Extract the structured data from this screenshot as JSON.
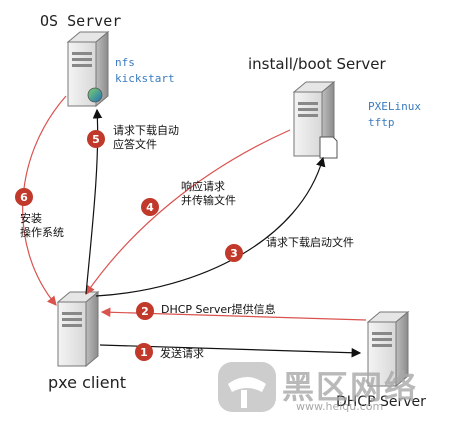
{
  "servers": {
    "os_server": {
      "title": "OS Server",
      "services": [
        "nfs",
        "kickstart"
      ]
    },
    "install_server": {
      "title": "install/boot Server",
      "services": [
        "PXELinux",
        "tftp"
      ]
    },
    "client": {
      "title": "pxe client"
    },
    "dhcp_server": {
      "title": "DHCP Server"
    }
  },
  "steps": [
    {
      "num": "1",
      "text": "发送请求"
    },
    {
      "num": "2",
      "text": "DHCP Server提供信息"
    },
    {
      "num": "3",
      "text": "请求下载启动文件"
    },
    {
      "num": "4",
      "text": "响应请求\n并传输文件"
    },
    {
      "num": "5",
      "text": "请求下载自动\n应答文件"
    },
    {
      "num": "6",
      "text": "安装\n操作系统"
    }
  ],
  "watermark": {
    "text": "黑区网络",
    "url": "www.heiqu.com"
  },
  "colors": {
    "red_arrow": "#d9534f",
    "black_arrow": "#111111",
    "badge": "#c0392b",
    "service_text": "#3a7bbf"
  }
}
